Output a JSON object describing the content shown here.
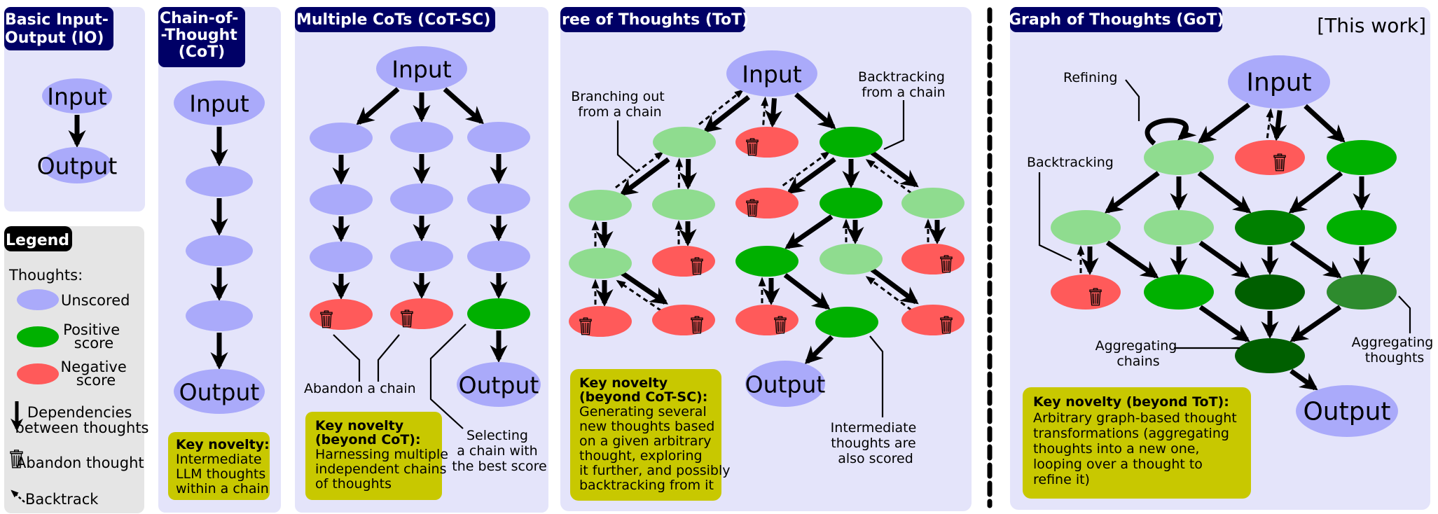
{
  "colors": {
    "unscored": "#aaaafa",
    "positive": "#00b000",
    "positive_light": "#8fdc8f",
    "positive_dark": "#008000",
    "positive_darker": "#005f00",
    "positive_mid": "#2e8b2e",
    "negative": "#ff5a5a",
    "panel": "#e4e4fa",
    "legend_panel": "#e5e5e5",
    "title_bg": "#000066",
    "key_box": "#c8c800"
  },
  "panels": {
    "io": {
      "title_lines": [
        "Basic Input-",
        "Output (IO)"
      ]
    },
    "cot": {
      "title_lines": [
        "Chain-of-",
        "-Thought",
        "(CoT)"
      ],
      "key_title": "Key novelty:",
      "key_body": [
        "Intermediate",
        "LLM thoughts",
        "within a chain"
      ]
    },
    "cotsc": {
      "title_lines": [
        "Multiple CoTs (CoT-SC)"
      ],
      "key_title": [
        "Key novelty",
        "(beyond CoT):"
      ],
      "key_body": [
        "Harnessing multiple",
        "independent chains",
        "of thoughts"
      ],
      "annotations": {
        "abandon": "Abandon a chain",
        "selecting": [
          "Selecting",
          "a chain with",
          "the best score"
        ]
      }
    },
    "tot": {
      "title_lines": [
        "ree of Thoughts (ToT)"
      ],
      "key_title": [
        "Key novelty",
        "(beyond CoT-SC):"
      ],
      "key_body": [
        "Generating several",
        "new thoughts based",
        "on a given arbitrary",
        "thought, exploring",
        "it further, and possibly",
        "backtracking from it"
      ],
      "annotations": {
        "branching": [
          "Branching out",
          "from a chain"
        ],
        "backtracking": [
          "Backtracking",
          "from a chain"
        ],
        "intermediate": [
          "Intermediate",
          "thoughts are",
          "also scored"
        ]
      }
    },
    "got": {
      "title_lines": [
        "Graph of Thoughts (GoT)"
      ],
      "tag": "[This work]",
      "key_title": "Key novelty (beyond ToT):",
      "key_body": [
        "Arbitrary graph-based thought",
        "transformations (aggregating",
        "thoughts into a new one,",
        "looping over a thought to",
        "refine it)"
      ],
      "annotations": {
        "refining": "Refining",
        "backtracking": "Backtracking",
        "agg_chains": [
          "Aggregating",
          "chains"
        ],
        "agg_thoughts": [
          "Aggregating",
          "thoughts"
        ]
      }
    }
  },
  "legend": {
    "title": "Legend",
    "thoughts_label": "Thoughts:",
    "items": [
      {
        "kind": "unscored",
        "label": [
          "Unscored"
        ]
      },
      {
        "kind": "positive",
        "label": [
          "Positive",
          "score"
        ]
      },
      {
        "kind": "negative",
        "label": [
          "Negative",
          "score"
        ]
      },
      {
        "kind": "dependency",
        "label": [
          "Dependencies",
          "between thoughts"
        ]
      },
      {
        "kind": "abandon",
        "label": [
          "Abandon thought"
        ]
      },
      {
        "kind": "backtrack",
        "label": [
          "Backtrack"
        ]
      }
    ]
  },
  "node_labels": {
    "input": "Input",
    "output": "Output"
  },
  "graphs": {
    "io": {
      "nodes": [
        {
          "id": "in",
          "type": "unscored",
          "label": "input"
        },
        {
          "id": "out",
          "type": "unscored",
          "label": "output"
        }
      ],
      "edges": [
        [
          "in",
          "out"
        ]
      ]
    },
    "cot": {
      "nodes": [
        {
          "id": "in",
          "type": "unscored",
          "label": "input"
        },
        {
          "id": "t1",
          "type": "unscored"
        },
        {
          "id": "t2",
          "type": "unscored"
        },
        {
          "id": "t3",
          "type": "unscored"
        },
        {
          "id": "out",
          "type": "unscored",
          "label": "output"
        }
      ],
      "edges": [
        [
          "in",
          "t1"
        ],
        [
          "t1",
          "t2"
        ],
        [
          "t2",
          "t3"
        ],
        [
          "t3",
          "out"
        ]
      ]
    },
    "cotsc": {
      "nodes": [
        {
          "id": "in",
          "type": "unscored",
          "label": "input"
        },
        {
          "id": "a1",
          "type": "unscored"
        },
        {
          "id": "b1",
          "type": "unscored"
        },
        {
          "id": "c1",
          "type": "unscored"
        },
        {
          "id": "a2",
          "type": "unscored"
        },
        {
          "id": "b2",
          "type": "unscored"
        },
        {
          "id": "c2",
          "type": "unscored"
        },
        {
          "id": "a3",
          "type": "unscored"
        },
        {
          "id": "b3",
          "type": "unscored"
        },
        {
          "id": "c3",
          "type": "unscored"
        },
        {
          "id": "a4",
          "type": "negative",
          "trash": true
        },
        {
          "id": "b4",
          "type": "negative",
          "trash": true
        },
        {
          "id": "c4",
          "type": "positive"
        },
        {
          "id": "out",
          "type": "unscored",
          "label": "output"
        }
      ],
      "edges": [
        [
          "in",
          "a1"
        ],
        [
          "in",
          "b1"
        ],
        [
          "in",
          "c1"
        ],
        [
          "a1",
          "a2"
        ],
        [
          "b1",
          "b2"
        ],
        [
          "c1",
          "c2"
        ],
        [
          "a2",
          "a3"
        ],
        [
          "b2",
          "b3"
        ],
        [
          "c2",
          "c3"
        ],
        [
          "a3",
          "a4"
        ],
        [
          "b3",
          "b4"
        ],
        [
          "c3",
          "c4"
        ],
        [
          "c4",
          "out"
        ]
      ]
    },
    "tot": {
      "nodes": [
        {
          "id": "in",
          "type": "unscored",
          "label": "input"
        },
        {
          "id": "r1a",
          "type": "positive_light"
        },
        {
          "id": "r1b",
          "type": "negative",
          "trash": true
        },
        {
          "id": "r1c",
          "type": "positive"
        },
        {
          "id": "r2a",
          "type": "positive_light"
        },
        {
          "id": "r2b",
          "type": "positive_light"
        },
        {
          "id": "r2c",
          "type": "negative",
          "trash": true
        },
        {
          "id": "r2d",
          "type": "positive"
        },
        {
          "id": "r2e",
          "type": "positive_light"
        },
        {
          "id": "r3a",
          "type": "positive_light"
        },
        {
          "id": "r3b",
          "type": "negative",
          "trash": true
        },
        {
          "id": "r3c",
          "type": "positive"
        },
        {
          "id": "r3d",
          "type": "positive_light"
        },
        {
          "id": "r3e",
          "type": "negative",
          "trash": true
        },
        {
          "id": "r4a",
          "type": "negative",
          "trash": true
        },
        {
          "id": "r4b",
          "type": "negative",
          "trash": true
        },
        {
          "id": "r4c",
          "type": "negative",
          "trash": true
        },
        {
          "id": "r4d",
          "type": "positive"
        },
        {
          "id": "r4e",
          "type": "negative",
          "trash": true
        },
        {
          "id": "out",
          "type": "unscored",
          "label": "output"
        }
      ],
      "edges": [
        [
          "in",
          "r1a"
        ],
        [
          "in",
          "r1b"
        ],
        [
          "in",
          "r1c"
        ],
        [
          "r1a",
          "r2a"
        ],
        [
          "r1a",
          "r2b"
        ],
        [
          "r1c",
          "r2c"
        ],
        [
          "r1c",
          "r2d"
        ],
        [
          "r1c",
          "r2e"
        ],
        [
          "r2a",
          "r3a"
        ],
        [
          "r2b",
          "r3b"
        ],
        [
          "r2d",
          "r3c"
        ],
        [
          "r2d",
          "r3d"
        ],
        [
          "r2e",
          "r3e"
        ],
        [
          "r3a",
          "r4a"
        ],
        [
          "r3a",
          "r4b"
        ],
        [
          "r3c",
          "r4c"
        ],
        [
          "r3c",
          "r4d"
        ],
        [
          "r3d",
          "r4e"
        ],
        [
          "r4d",
          "out"
        ]
      ],
      "backtracks": [
        [
          "r1a",
          "in"
        ],
        [
          "r1b",
          "in"
        ],
        [
          "r2a",
          "r1a"
        ],
        [
          "r2b",
          "r1a"
        ],
        [
          "r2c",
          "r1c"
        ],
        [
          "r2e",
          "r1c"
        ],
        [
          "r3a",
          "r2a"
        ],
        [
          "r3b",
          "r2b"
        ],
        [
          "r3d",
          "r2d"
        ],
        [
          "r3e",
          "r2e"
        ],
        [
          "r4a",
          "r3a"
        ],
        [
          "r4b",
          "r3a"
        ],
        [
          "r4c",
          "r3c"
        ],
        [
          "r4e",
          "r3d"
        ]
      ]
    },
    "got": {
      "nodes": [
        {
          "id": "in",
          "type": "unscored",
          "label": "input"
        },
        {
          "id": "r1a",
          "type": "positive_light",
          "loop": true
        },
        {
          "id": "r1b",
          "type": "negative",
          "trash": true
        },
        {
          "id": "r1c",
          "type": "positive"
        },
        {
          "id": "r2a",
          "type": "positive_light"
        },
        {
          "id": "r2b",
          "type": "positive_light"
        },
        {
          "id": "r2c",
          "type": "positive_dark"
        },
        {
          "id": "r2d",
          "type": "positive"
        },
        {
          "id": "r3a",
          "type": "negative",
          "trash": true
        },
        {
          "id": "r3b",
          "type": "positive"
        },
        {
          "id": "r3c",
          "type": "positive_darker"
        },
        {
          "id": "r3d",
          "type": "positive_mid"
        },
        {
          "id": "agg",
          "type": "positive_darker"
        },
        {
          "id": "out",
          "type": "unscored",
          "label": "output"
        }
      ],
      "edges": [
        [
          "in",
          "r1a"
        ],
        [
          "in",
          "r1b"
        ],
        [
          "in",
          "r1c"
        ],
        [
          "r1a",
          "r2a"
        ],
        [
          "r1a",
          "r2b"
        ],
        [
          "r1a",
          "r2c"
        ],
        [
          "r1c",
          "r2c"
        ],
        [
          "r1c",
          "r2d"
        ],
        [
          "r2a",
          "r3a"
        ],
        [
          "r2a",
          "r3b"
        ],
        [
          "r2b",
          "r3b"
        ],
        [
          "r2b",
          "r3c"
        ],
        [
          "r2c",
          "r3c"
        ],
        [
          "r2c",
          "r3d"
        ],
        [
          "r2d",
          "r3d"
        ],
        [
          "r3b",
          "agg"
        ],
        [
          "r3c",
          "agg"
        ],
        [
          "r3d",
          "agg"
        ],
        [
          "agg",
          "out"
        ]
      ],
      "backtracks": [
        [
          "r1b",
          "in"
        ],
        [
          "r3a",
          "r2a"
        ]
      ]
    }
  }
}
